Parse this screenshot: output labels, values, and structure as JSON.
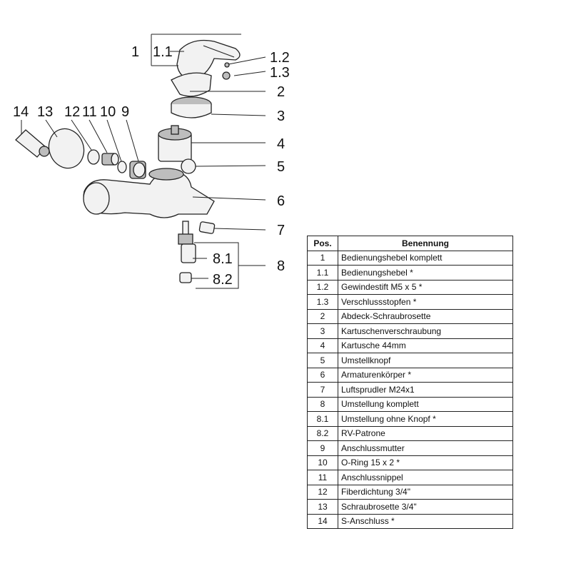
{
  "labels": {
    "l1": "1",
    "l1_1": "1.1",
    "l1_2": "1.2",
    "l1_3": "1.3",
    "l2": "2",
    "l3": "3",
    "l4": "4",
    "l5": "5",
    "l6": "6",
    "l7": "7",
    "l8": "8",
    "l8_1": "8.1",
    "l8_2": "8.2",
    "l9": "9",
    "l10": "10",
    "l11": "11",
    "l12": "12",
    "l13": "13",
    "l14": "14"
  },
  "table": {
    "header_pos": "Pos.",
    "header_name": "Benennung",
    "rows": [
      {
        "pos": "1",
        "name": "Bedienungshebel komplett"
      },
      {
        "pos": "1.1",
        "name": "Bedienungshebel *"
      },
      {
        "pos": "1.2",
        "name": "Gewindestift M5 x 5 *"
      },
      {
        "pos": "1.3",
        "name": "Verschlussstopfen *"
      },
      {
        "pos": "2",
        "name": "Abdeck-Schraubrosette"
      },
      {
        "pos": "3",
        "name": "Kartuschenverschraubung"
      },
      {
        "pos": "4",
        "name": "Kartusche 44mm"
      },
      {
        "pos": "5",
        "name": "Umstellknopf"
      },
      {
        "pos": "6",
        "name": "Armaturenkörper *"
      },
      {
        "pos": "7",
        "name": "Luftsprudler M24x1"
      },
      {
        "pos": "8",
        "name": "Umstellung komplett"
      },
      {
        "pos": "8.1",
        "name": "Umstellung ohne Knopf *"
      },
      {
        "pos": "8.2",
        "name": "RV-Patrone"
      },
      {
        "pos": "9",
        "name": "Anschlussmutter"
      },
      {
        "pos": "10",
        "name": "O-Ring 15 x 2 *"
      },
      {
        "pos": "11",
        "name": "Anschlussnippel"
      },
      {
        "pos": "12",
        "name": "Fiberdichtung 3/4\""
      },
      {
        "pos": "13",
        "name": "Schraubrosette 3/4\""
      },
      {
        "pos": "14",
        "name": "S-Anschluss *"
      }
    ]
  }
}
